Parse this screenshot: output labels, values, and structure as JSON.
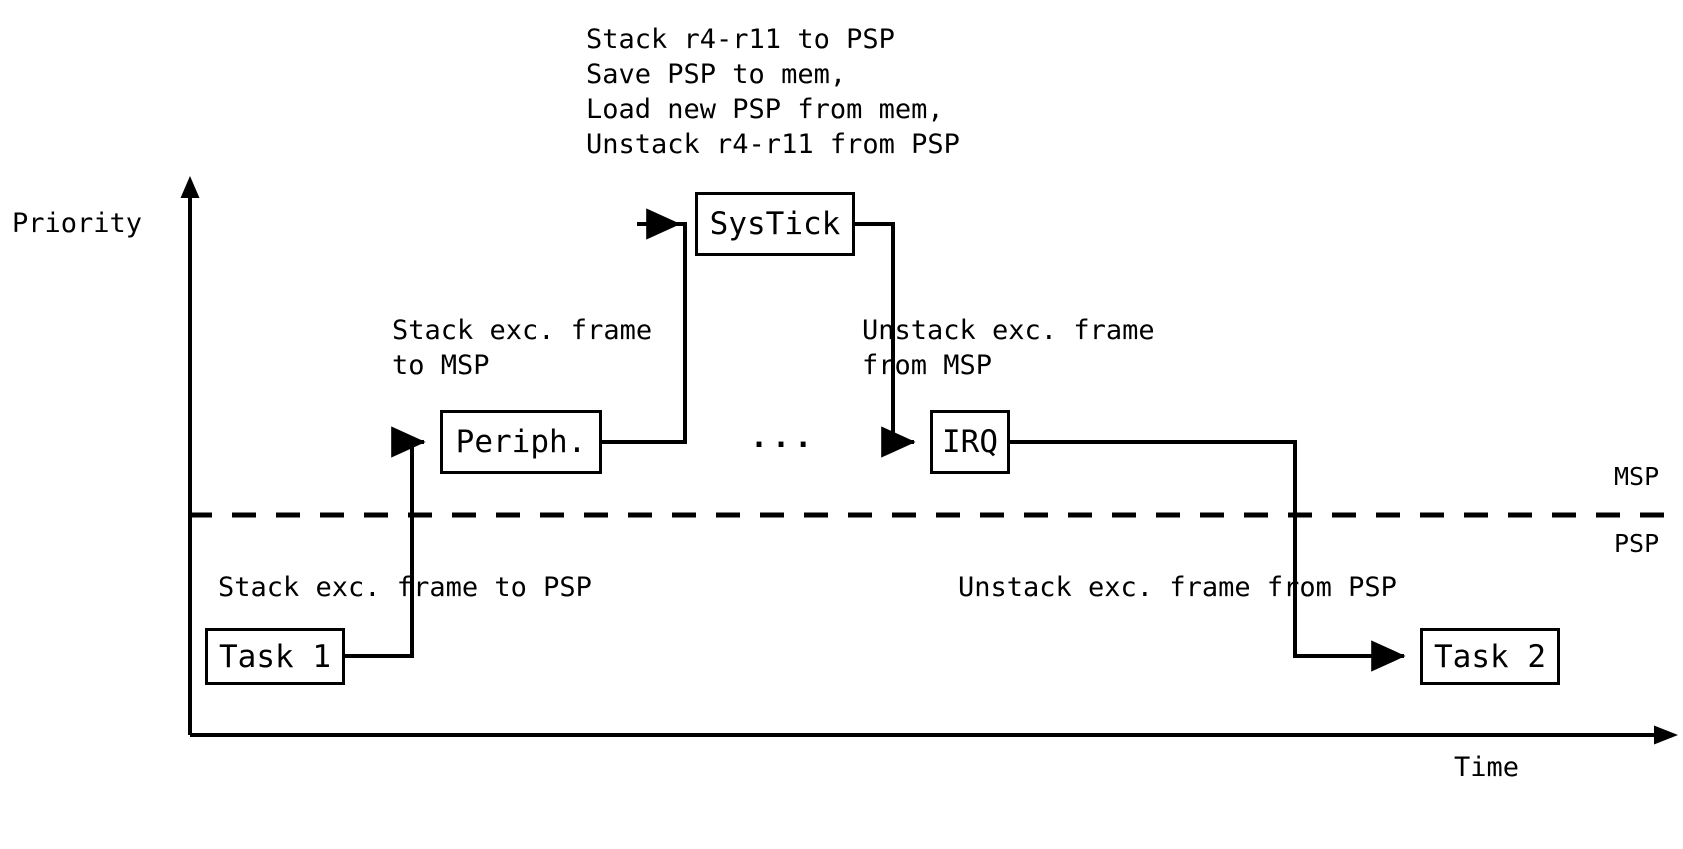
{
  "diagram": {
    "title_note": {
      "lines": [
        "Stack r4-r11 to PSP",
        "Save PSP to mem,",
        "Load new PSP from mem,",
        "Unstack r4-r11 from PSP"
      ],
      "text": "Stack r4-r11 to PSP\nSave PSP to mem,\nLoad new PSP from mem,\nUnstack r4-r11 from PSP"
    },
    "axes": {
      "y_label": "Priority",
      "x_label": "Time"
    },
    "stack_regions": {
      "upper_label": "MSP",
      "lower_label": "PSP"
    },
    "nodes": {
      "task1": "Task 1",
      "periph": "Periph.",
      "systick": "SysTick",
      "irq": "IRQ",
      "task2": "Task 2"
    },
    "annotations": {
      "stack_msp": "Stack exc. frame\nto MSP",
      "unstack_msp": "Unstack exc. frame\nfrom MSP",
      "stack_psp": "Stack exc. frame to PSP",
      "unstack_psp": "Unstack exc. frame from PSP",
      "ellipsis": "..."
    },
    "colors": {
      "stroke": "#000000",
      "background": "#ffffff",
      "text": "#000000"
    }
  }
}
